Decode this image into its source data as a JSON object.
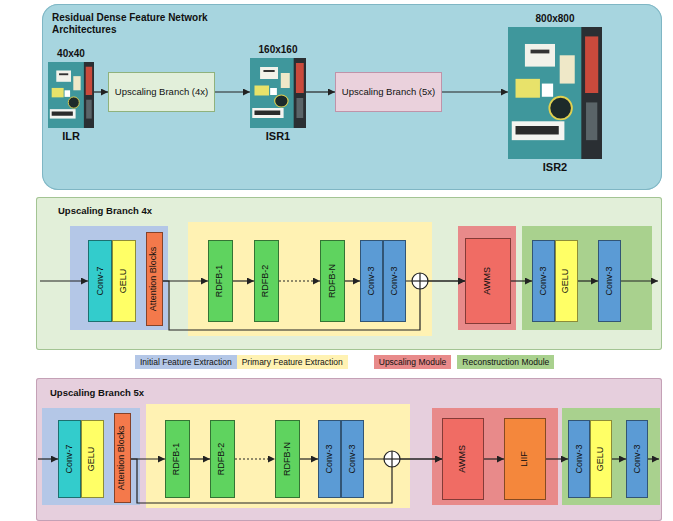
{
  "diagram": {
    "nodes": [
      {
        "text": [
          "Residual Dense Feature Network Architectures"
        ]
      },
      {
        "text": [
          "40x40",
          "ILR"
        ],
        "in": 0
      },
      {
        "text": [
          "Upscaling Branch (4x)"
        ],
        "in": 0
      },
      {
        "text": [
          "160x160",
          "ISR1"
        ],
        "in": 0
      },
      {
        "text": [
          "Upscaling Branch (5x)"
        ],
        "in": 0
      },
      {
        "text": [
          "800x800",
          "ISR2"
        ],
        "in": 0
      },
      {
        "text": [
          "Upscaling Branch 4x"
        ]
      },
      {
        "text": [
          "Conv-7"
        ],
        "in": 6
      },
      {
        "text": [
          "GELU"
        ],
        "in": 6
      },
      {
        "text": [
          "Attention Blocks"
        ],
        "in": 6
      },
      {
        "text": [
          "RDFB-1"
        ],
        "in": 6
      },
      {
        "text": [
          "RDFB-2"
        ],
        "in": 6
      },
      {
        "text": [
          "RDFB-N"
        ],
        "in": 6
      },
      {
        "text": [
          "Conv-3"
        ],
        "in": 6
      },
      {
        "text": [
          "Conv-3"
        ],
        "in": 6
      },
      {
        "text": [
          "AWMS"
        ],
        "in": 6
      },
      {
        "text": [
          "Conv-3"
        ],
        "in": 6
      },
      {
        "text": [
          "GELU"
        ],
        "in": 6
      },
      {
        "text": [
          "Conv-3"
        ],
        "in": 6
      },
      {
        "text": [
          "Upscaling Branch 5x"
        ]
      },
      {
        "text": [
          "Conv-7"
        ],
        "in": 19
      },
      {
        "text": [
          "GELU"
        ],
        "in": 19
      },
      {
        "text": [
          "Attention Blocks"
        ],
        "in": 19
      },
      {
        "text": [
          "RDFB-1"
        ],
        "in": 19
      },
      {
        "text": [
          "RDFB-2"
        ],
        "in": 19
      },
      {
        "text": [
          "RDFB-N"
        ],
        "in": 19
      },
      {
        "text": [
          "Conv-3"
        ],
        "in": 19
      },
      {
        "text": [
          "Conv-3"
        ],
        "in": 19
      },
      {
        "text": [
          "AWMS"
        ],
        "in": 19
      },
      {
        "text": [
          "LIIF"
        ],
        "in": 19
      },
      {
        "text": [
          "Conv-3"
        ],
        "in": 19
      },
      {
        "text": [
          "GELU"
        ],
        "in": 19
      },
      {
        "text": [
          "Conv-3"
        ],
        "in": 19
      }
    ],
    "edges": [
      {
        "from": 1,
        "to": 2,
        "arrow": "to"
      },
      {
        "from": 2,
        "to": 3,
        "arrow": "to"
      },
      {
        "from": 3,
        "to": 4,
        "arrow": "to"
      },
      {
        "from": 4,
        "to": 5,
        "arrow": "to"
      },
      {
        "from": 9,
        "to": 10,
        "arrow": "to"
      },
      {
        "from": 10,
        "to": 11,
        "arrow": "to"
      },
      {
        "from": 11,
        "to": 12,
        "arrow": "to"
      },
      {
        "from": 12,
        "to": 13,
        "arrow": "to"
      },
      {
        "from": 14,
        "to": 15,
        "arrow": "to"
      },
      {
        "from": 9,
        "to": 15,
        "arrow": "to"
      },
      {
        "from": 15,
        "to": 16,
        "arrow": "to"
      },
      {
        "from": 17,
        "to": 18,
        "arrow": "to"
      },
      {
        "from": 22,
        "to": 23,
        "arrow": "to"
      },
      {
        "from": 23,
        "to": 24,
        "arrow": "to"
      },
      {
        "from": 24,
        "to": 25,
        "arrow": "to"
      },
      {
        "from": 25,
        "to": 26,
        "arrow": "to"
      },
      {
        "from": 27,
        "to": 28,
        "arrow": "to"
      },
      {
        "from": 22,
        "to": 28,
        "arrow": "to"
      },
      {
        "from": 28,
        "to": 29,
        "arrow": "to"
      },
      {
        "from": 29,
        "to": 30,
        "arrow": "to"
      },
      {
        "from": 31,
        "to": 32,
        "arrow": "to"
      }
    ],
    "legend": [
      {
        "text": "Initial Feature Extraction",
        "color": "#b4c7e7"
      },
      {
        "text": "Primary Feature Extraction",
        "color": "#fff2b3"
      },
      {
        "text": "Upscaling Module",
        "color": "#e88a8a"
      },
      {
        "text": "Reconstruction Module",
        "color": "#a9d18e"
      }
    ]
  }
}
